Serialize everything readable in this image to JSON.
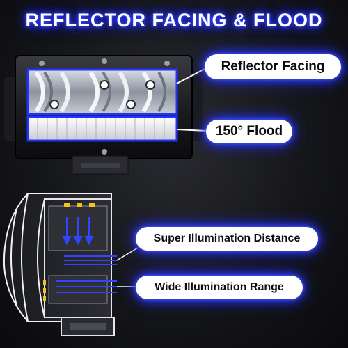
{
  "title": "REFLECTOR FACING & FLOOD",
  "labels": {
    "reflector": "Reflector Facing",
    "flood": "150° Flood",
    "distance": "Super Illumination Distance",
    "range": "Wide Illumination Range"
  },
  "colors": {
    "glow_blue": "#2233ff",
    "accent_blue": "#3344ff",
    "amber": "#f2c31a"
  }
}
